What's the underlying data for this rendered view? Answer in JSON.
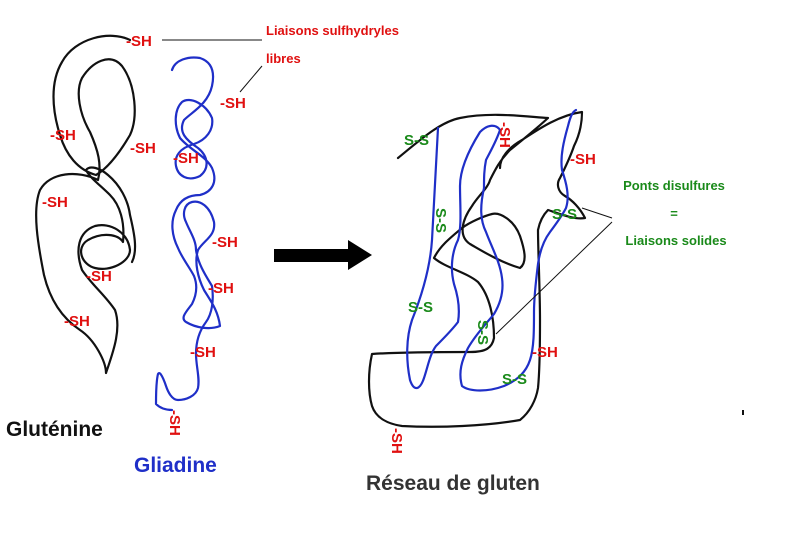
{
  "labels": {
    "glutenin_title": "Gluténine",
    "gliadin_title": "Gliadine",
    "network_title": "Réseau de gluten",
    "sh_group": "-SH",
    "sh_group_rotated": "-SH",
    "ss_bond": "S-S",
    "free_sh_note_line1": "Liaisons sulfhydryles",
    "free_sh_note_line2": "libres",
    "disulfide_note_line1": "Ponts disulfures",
    "disulfide_note_equals": "=",
    "disulfide_note_line3": "Liaisons solides"
  },
  "colors": {
    "sh": "#e01010",
    "ss": "#1a8a1a",
    "glutenin": "#111111",
    "gliadin": "#1f2fc8",
    "arrow": "#000000"
  },
  "icons": {
    "arrow": "right-arrow-icon"
  }
}
